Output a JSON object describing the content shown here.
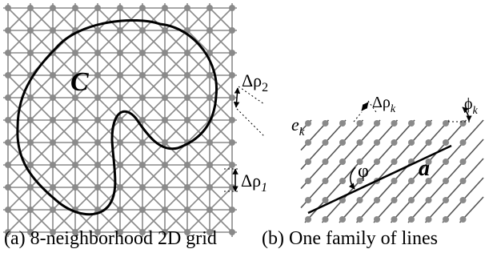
{
  "panel_a": {
    "caption": "(a) 8-neighborhood 2D grid",
    "curve_label": "C",
    "spacing_label_1": "Δρ",
    "spacing_label_1_sub": "1",
    "spacing_label_2": "Δρ",
    "spacing_label_2_sub": "2"
  },
  "panel_b": {
    "caption": "(b) One family of lines",
    "direction_label": "e",
    "direction_label_sub": "k",
    "spacing_label": "Δρ",
    "spacing_label_sub": "k",
    "angle_label": "ϕ",
    "angle_label_sub": "k",
    "segment_label": "a",
    "segment_angle_label": "φ"
  },
  "colors": {
    "grid": "#8a8a8a",
    "node": "#8a8a8a",
    "ink": "#000000"
  }
}
